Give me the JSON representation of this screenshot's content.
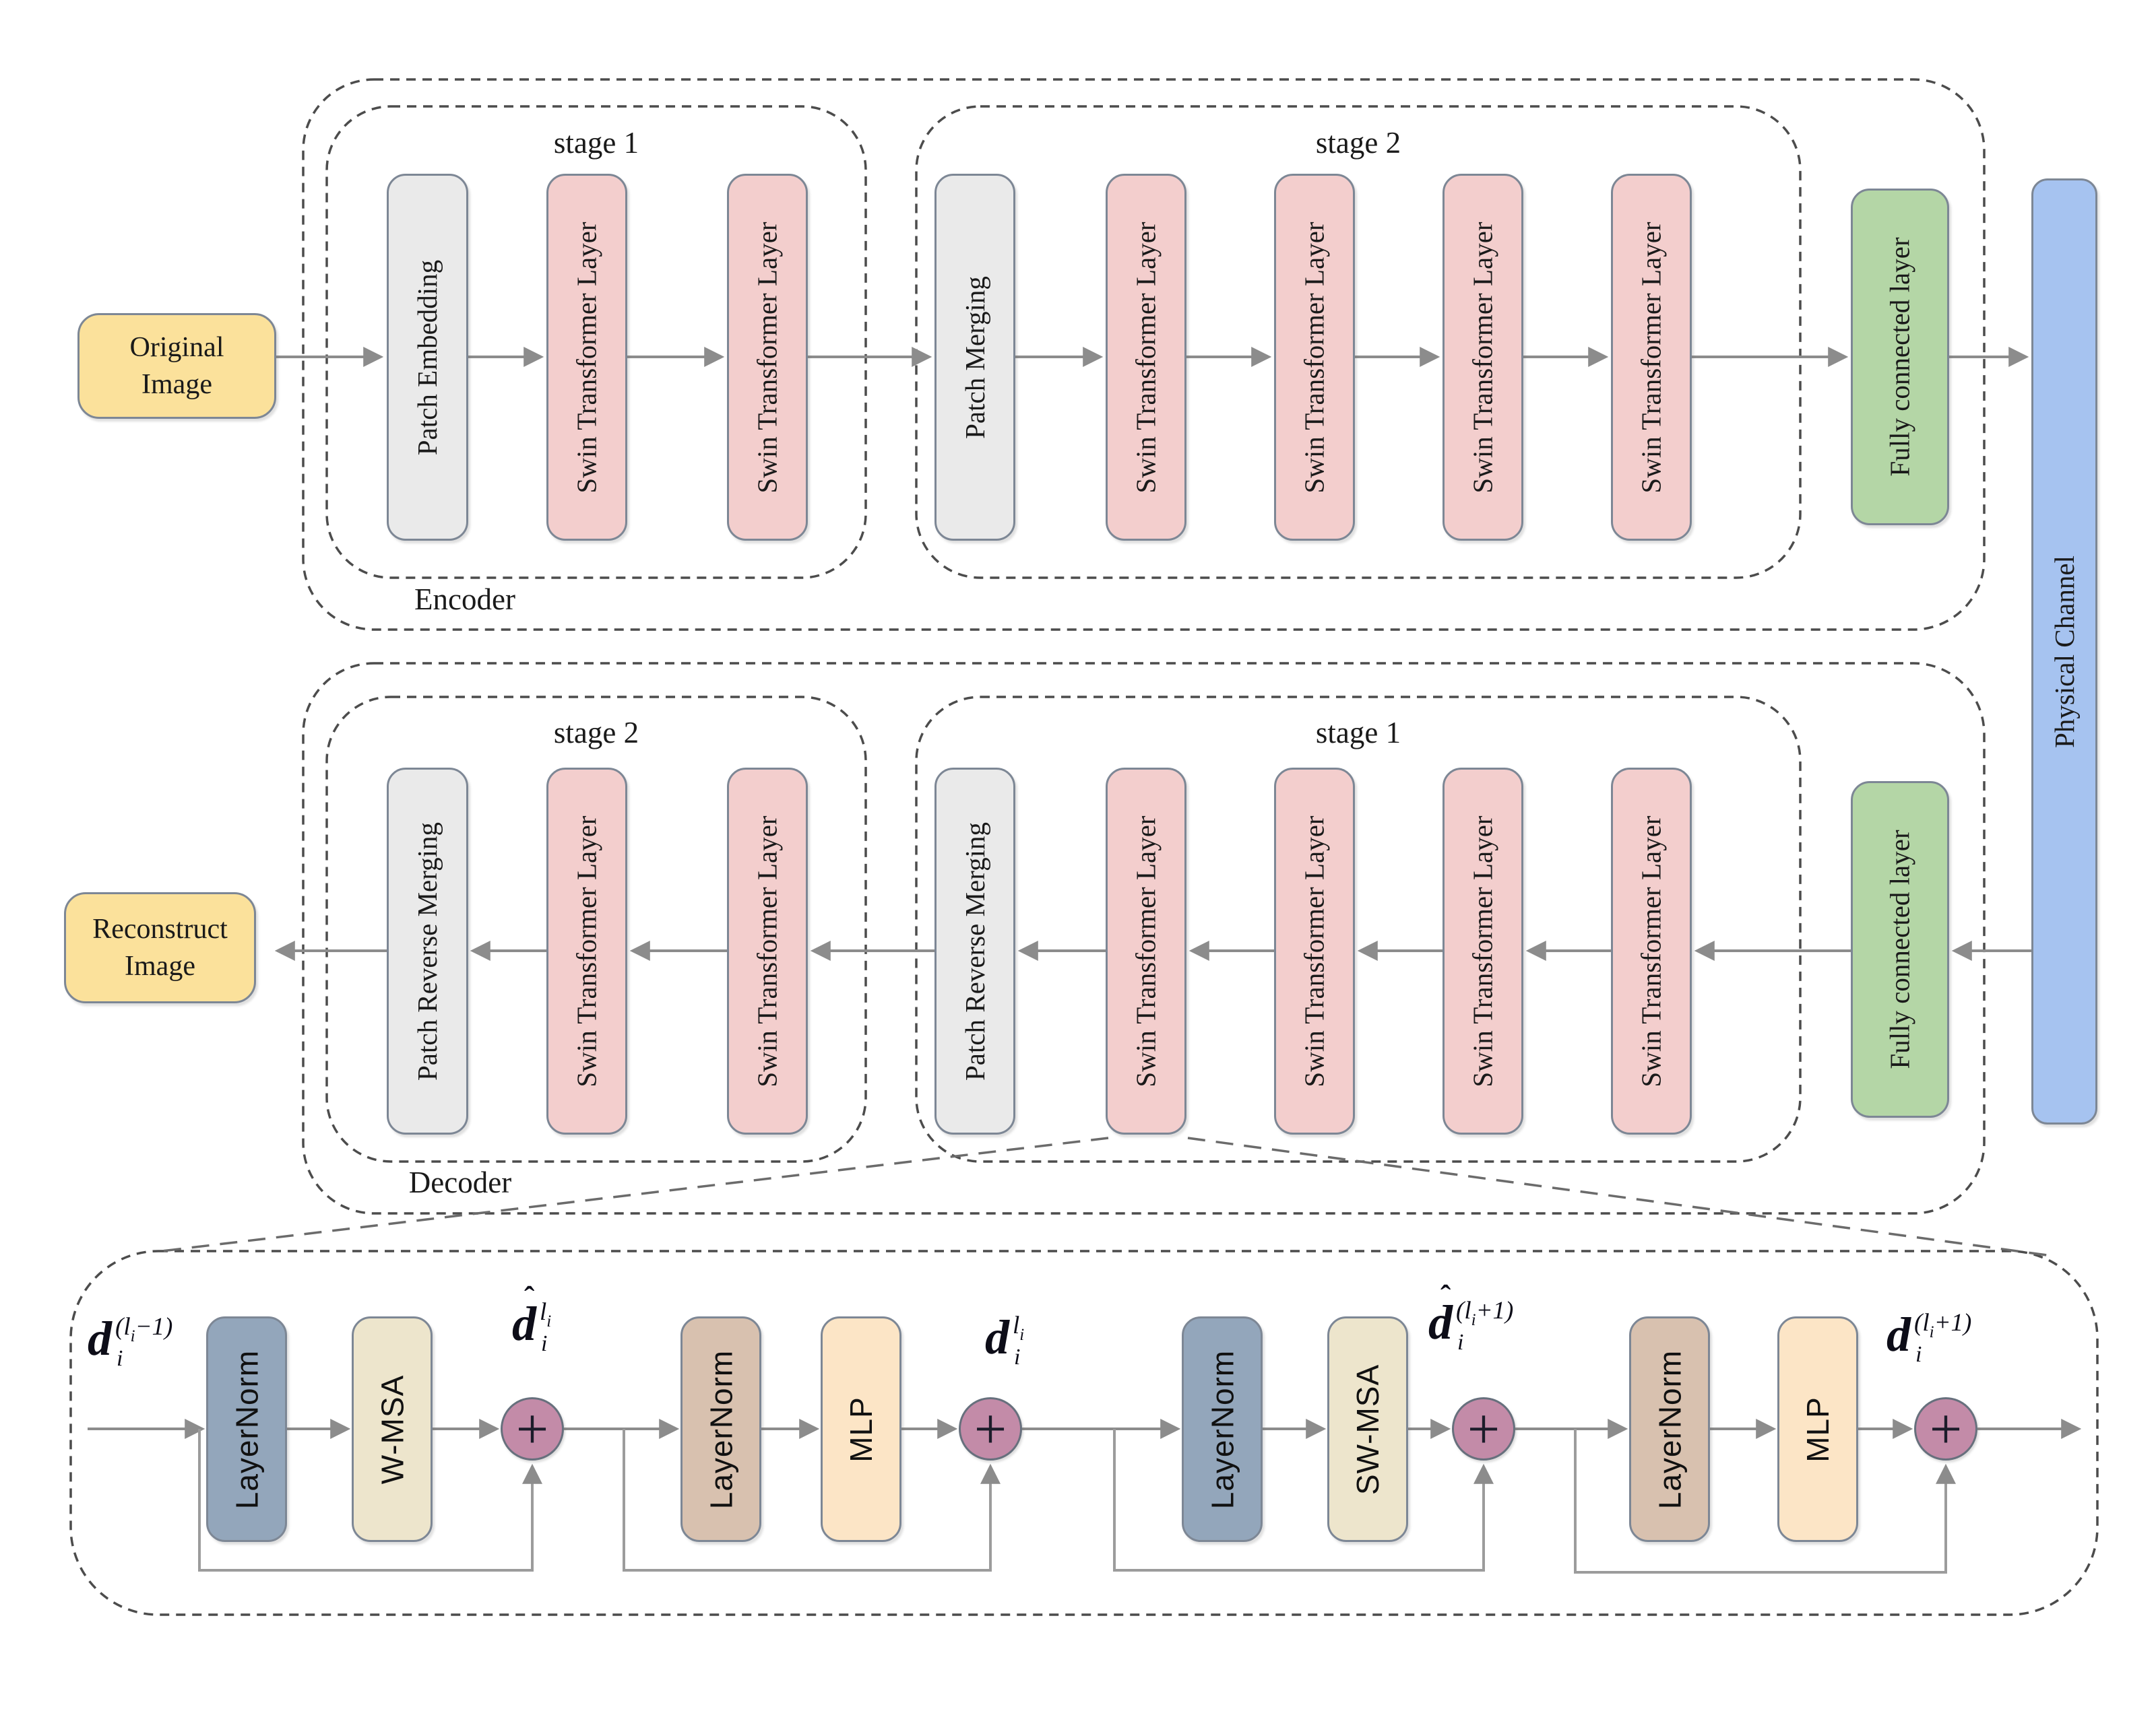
{
  "colors": {
    "yellow": "#FBE19B",
    "grey": "#EAEAEA",
    "pink": "#F3CECD",
    "green": "#B4D6A6",
    "blue": "#A6C3F0",
    "slate": "#93A6BB",
    "cream": "#EDE5CC",
    "tan": "#D8C1AF",
    "peach": "#FCE5C6",
    "mauve": "#C38BA8",
    "border": "#7D8795",
    "line": "#8C8C8C",
    "dash": "#4C4C4C",
    "text": "#1A1A1A"
  },
  "source": "Original Image",
  "sink": "Reconstruct Image",
  "channel": "Physical Channel",
  "encoder": {
    "label": "Encoder",
    "stage1": {
      "label": "stage 1",
      "boxes": [
        "Patch Embedding",
        "Swin Transformer Layer",
        "Swin Transformer Layer"
      ]
    },
    "stage2": {
      "label": "stage 2",
      "boxes": [
        "Patch Merging",
        "Swin Transformer Layer",
        "Swin Transformer Layer",
        "Swin Transformer Layer",
        "Swin Transformer Layer"
      ]
    },
    "fc": "Fully connected layer"
  },
  "decoder": {
    "label": "Decoder",
    "stage2": {
      "label": "stage 2",
      "boxes": [
        "Patch Reverse Merging",
        "Swin Transformer Layer",
        "Swin Transformer Layer"
      ]
    },
    "stage1": {
      "label": "stage 1",
      "boxes": [
        "Patch Reverse Merging",
        "Swin Transformer Layer",
        "Swin Transformer Layer",
        "Swin Transformer Layer",
        "Swin Transformer Layer"
      ]
    },
    "fc": "Fully connected layer"
  },
  "detail": {
    "blocks": [
      "LayerNorm",
      "W-MSA",
      "LayerNorm",
      "MLP",
      "LayerNorm",
      "SW-MSA",
      "LayerNorm",
      "MLP"
    ],
    "plus": "+",
    "math": [
      {
        "hat": "",
        "base": "d",
        "sub": "i",
        "sup_a": "(l",
        "sup_b": "i",
        "sup_c": "−1)"
      },
      {
        "hat": "ˆ",
        "base": "d",
        "sub": "i",
        "sup_a": "l",
        "sup_b": "i",
        "sup_c": ""
      },
      {
        "hat": "",
        "base": "d",
        "sub": "i",
        "sup_a": "l",
        "sup_b": "i",
        "sup_c": ""
      },
      {
        "hat": "ˆ",
        "base": "d",
        "sub": "i",
        "sup_a": "(l",
        "sup_b": "i",
        "sup_c": "+1)"
      },
      {
        "hat": "",
        "base": "d",
        "sub": "i",
        "sup_a": "(l",
        "sup_b": "i",
        "sup_c": "+1)"
      }
    ]
  }
}
